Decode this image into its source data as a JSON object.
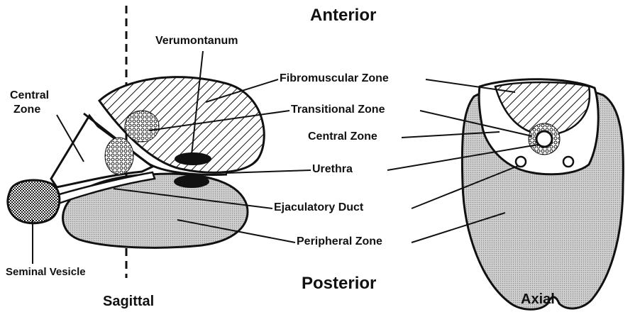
{
  "orientation": {
    "top": "Anterior",
    "bottom": "Posterior"
  },
  "views": {
    "left": "Sagittal",
    "right": "Axial"
  },
  "labels": {
    "verumontanum": "Verumontanum",
    "central_zone_line1": "Central",
    "central_zone_line2": "Zone",
    "fibromuscular_zone": "Fibromuscular Zone",
    "transitional_zone": "Transitional Zone",
    "central_zone": "Central Zone",
    "urethra": "Urethra",
    "ejaculatory_duct": "Ejaculatory Duct",
    "peripheral_zone": "Peripheral Zone",
    "seminal_vesicle": "Seminal Vesicle"
  },
  "colors": {
    "outline": "#111111",
    "peripheral_fill": "#c2c2c2",
    "background": "#ffffff"
  }
}
